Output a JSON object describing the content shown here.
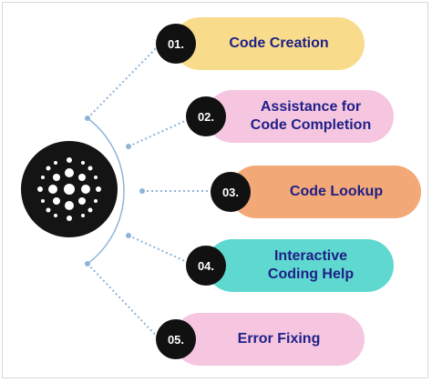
{
  "steps": [
    {
      "number": "01.",
      "label": "Code Creation",
      "color": "#f8dc8c"
    },
    {
      "number": "02.",
      "label": "Assistance for\nCode Completion",
      "color": "#f6c6e0"
    },
    {
      "number": "03.",
      "label": "Code Lookup",
      "color": "#f3a877"
    },
    {
      "number": "04.",
      "label": "Interactive\nCoding Help",
      "color": "#5fd8d0"
    },
    {
      "number": "05.",
      "label": "Error Fixing",
      "color": "#f6c6e0"
    }
  ],
  "colors": {
    "badge": "#111111",
    "label_text": "#1f1f86",
    "logo_background": "#141414",
    "connector": "#8fb4d8"
  },
  "icons": {
    "logo": "dot-grid-logo-icon"
  }
}
